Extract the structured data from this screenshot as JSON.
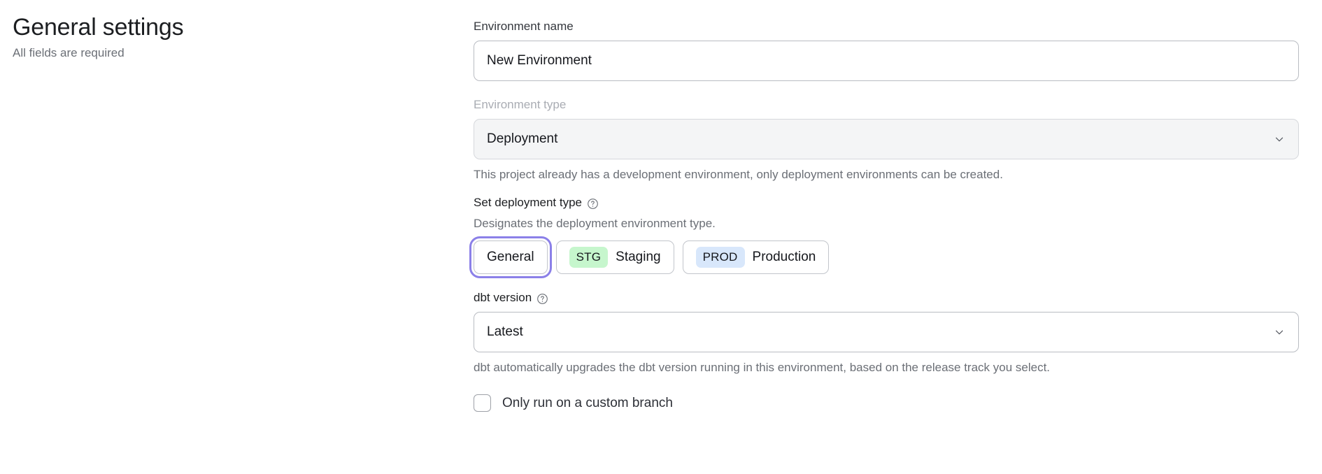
{
  "header": {
    "title": "General settings",
    "subtitle": "All fields are required"
  },
  "form": {
    "environment_name": {
      "label": "Environment name",
      "value": "New Environment"
    },
    "environment_type": {
      "label": "Environment type",
      "value": "Deployment",
      "chevron_icon": "chevron-down-icon",
      "help_text": "This project already has a development environment, only deployment environments can be created.",
      "disabled": true
    },
    "deployment_type": {
      "label": "Set deployment type",
      "help_icon": "question-circle-icon",
      "description": "Designates the deployment environment type.",
      "options": [
        {
          "label": "General",
          "badge": "",
          "badge_kind": "",
          "focused": true
        },
        {
          "label": "Staging",
          "badge": "STG",
          "badge_kind": "stg",
          "focused": false
        },
        {
          "label": "Production",
          "badge": "PROD",
          "badge_kind": "prod",
          "focused": false
        }
      ]
    },
    "dbt_version": {
      "label": "dbt version",
      "help_icon": "question-circle-icon",
      "value": "Latest",
      "chevron_icon": "chevron-down-icon",
      "help_text": "dbt automatically upgrades the dbt version running in this environment, based on the release track you select."
    },
    "custom_branch": {
      "label": "Only run on a custom branch",
      "checked": false
    }
  },
  "colors": {
    "focus_ring": "#8b80e8",
    "stg_badge_bg": "#c6f6cd",
    "prod_badge_bg": "#d8e7fb",
    "muted_text": "#6b6f76",
    "disabled_bg": "#f4f5f6"
  }
}
